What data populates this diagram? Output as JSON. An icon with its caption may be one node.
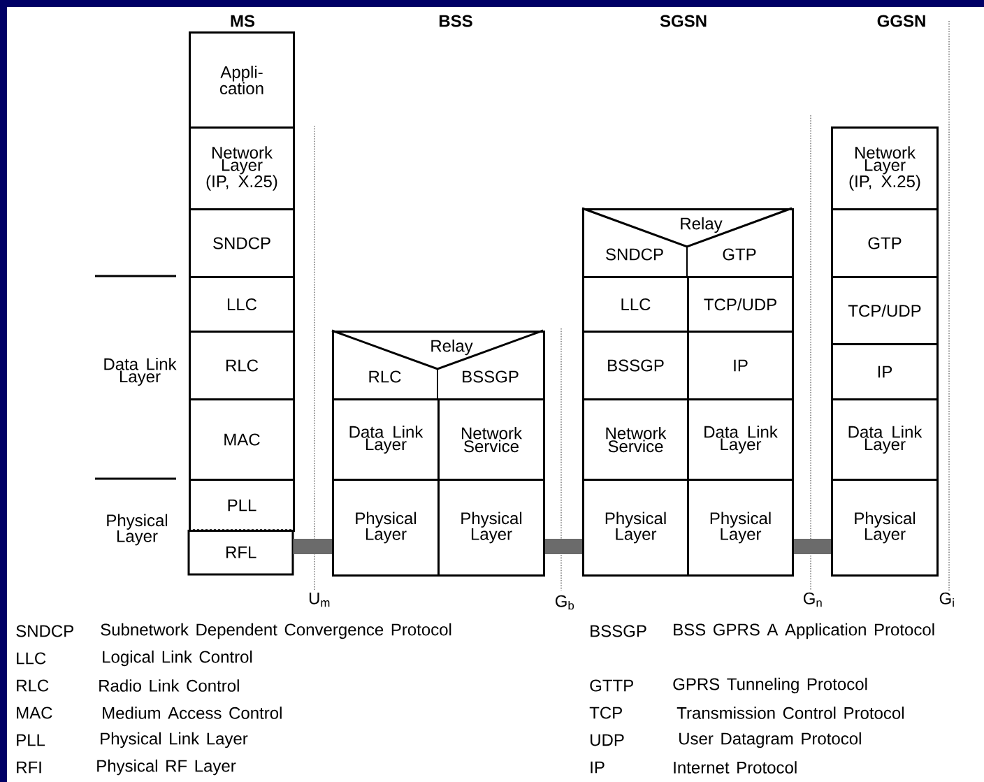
{
  "diagram": {
    "nodes": [
      {
        "text": [
          "Appli- cation"
        ]
      },
      {
        "text": [
          "Network Layer (IP, X.25)"
        ]
      },
      {
        "text": [
          "SNDCP"
        ]
      },
      {
        "text": [
          "LLC"
        ]
      },
      {
        "text": [
          "RLC"
        ]
      },
      {
        "text": [
          "MAC"
        ]
      },
      {
        "text": [
          "PLL"
        ]
      },
      {
        "text": [
          "RFL"
        ]
      },
      {
        "text": [
          "Relay",
          "RLC",
          "BSSGP"
        ]
      },
      {
        "text": [
          "Data Link Layer"
        ]
      },
      {
        "text": [
          "Network Service"
        ]
      },
      {
        "text": [
          "Physical Layer"
        ]
      },
      {
        "text": [
          "Physical Layer"
        ]
      },
      {
        "text": [
          "Relay",
          "SNDCP",
          "GTP"
        ]
      },
      {
        "text": [
          "LLC"
        ]
      },
      {
        "text": [
          "TCP/UDP"
        ]
      },
      {
        "text": [
          "BSSGP"
        ]
      },
      {
        "text": [
          "IP"
        ]
      },
      {
        "text": [
          "Network Service"
        ]
      },
      {
        "text": [
          "Data Link Layer"
        ]
      },
      {
        "text": [
          "Physical Layer"
        ]
      },
      {
        "text": [
          "Physical Layer"
        ]
      },
      {
        "text": [
          "Network Layer (IP, X.25)"
        ]
      },
      {
        "text": [
          "GTP"
        ]
      },
      {
        "text": [
          "TCP/UDP"
        ]
      },
      {
        "text": [
          "IP"
        ]
      },
      {
        "text": [
          "Data Link Layer"
        ]
      },
      {
        "text": [
          "Physical Layer"
        ]
      }
    ],
    "edges": [
      {
        "from": 7,
        "to": 11,
        "arrow": "none"
      },
      {
        "from": 12,
        "to": 20,
        "arrow": "none"
      },
      {
        "from": 21,
        "to": 27,
        "arrow": "none"
      }
    ],
    "labels": [
      "MS",
      "BSS",
      "SGSN",
      "GGSN",
      "Data Link Layer",
      "Physical Layer",
      "U$_{m}$",
      "G$_{b}$",
      "G$_{n}$",
      "G$_{i}$",
      "SNDCP",
      "Subnetwork Dependent Convergence Protocol",
      "BSSGP",
      "BSS GPRS A Application Protocol",
      "LLC",
      "Logical Link Control",
      "RLC",
      "Radio Link Control",
      "GTTP",
      "GPRS Tunneling Protocol",
      "MAC",
      "Medium Access Control",
      "TCP",
      "Transmission Control Protocol",
      "PLL",
      "Physical Link Layer",
      "UDP",
      "User Datagram Protocol",
      "RFI",
      "Physical RF Layer",
      "IP",
      "Internet Protocol"
    ]
  }
}
